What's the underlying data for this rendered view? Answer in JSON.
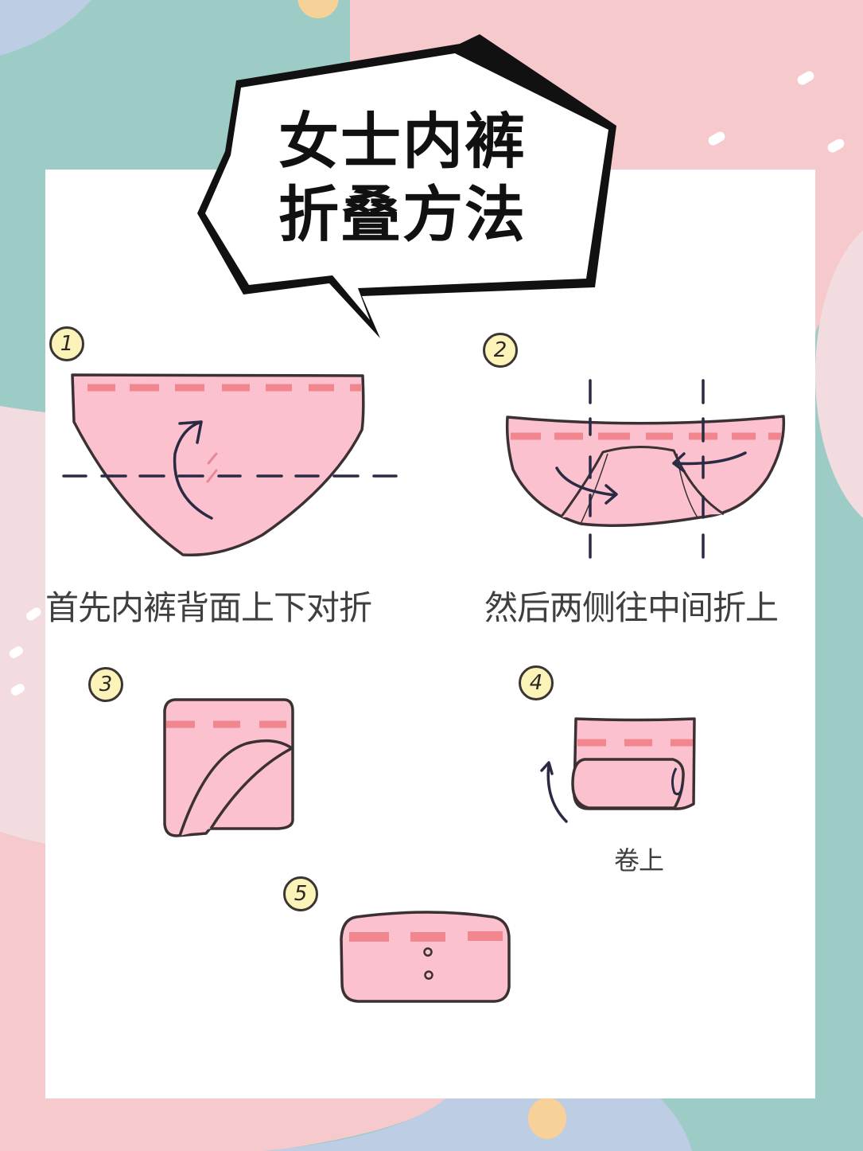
{
  "title": {
    "line1": "女士内裤",
    "line2": "折叠方法"
  },
  "colors": {
    "teal": "#9dcbc5",
    "pink_bg": "#f6cacd",
    "light_pink_bg": "#f3dcdf",
    "blue_bg": "#bccde4",
    "yellow_dot": "#f7d197",
    "garment_fill": "#fbc1cf",
    "stitch": "#f2868f",
    "outline": "#3b3134",
    "fold_line": "#2b2a45",
    "badge_fill": "#fbf3b8"
  },
  "steps": [
    {
      "number": "1",
      "caption": "首先内裤背面上下对折"
    },
    {
      "number": "2",
      "caption": "然后两侧往中间折上"
    },
    {
      "number": "3",
      "caption": ""
    },
    {
      "number": "4",
      "caption": "卷上"
    },
    {
      "number": "5",
      "caption": ""
    }
  ]
}
